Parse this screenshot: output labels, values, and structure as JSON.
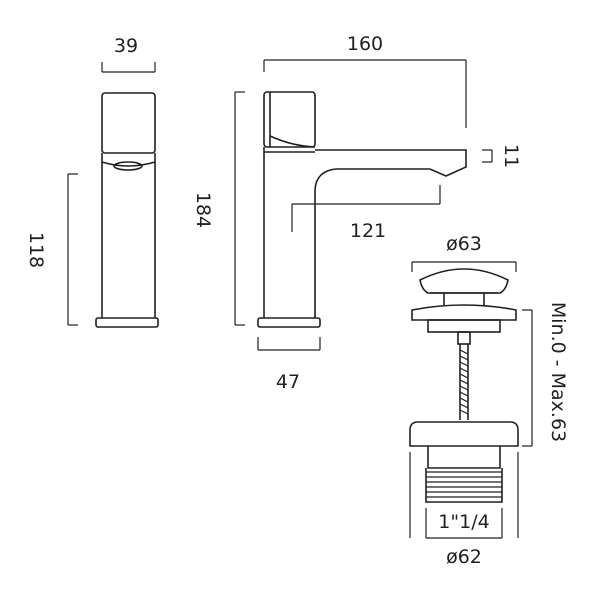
{
  "dimensions": {
    "side_width": "39",
    "side_height": "118",
    "overall_length": "160",
    "overall_height": "184",
    "spout_gap": "11",
    "spout_reach": "121",
    "base_diameter": "47",
    "waste_head_diameter": "ø63",
    "waste_range": "Min.0 - Max.63",
    "waste_thread": "1\"1/4",
    "waste_body_diameter": "ø62"
  },
  "colors": {
    "line": "#231f20",
    "background": "#ffffff"
  }
}
